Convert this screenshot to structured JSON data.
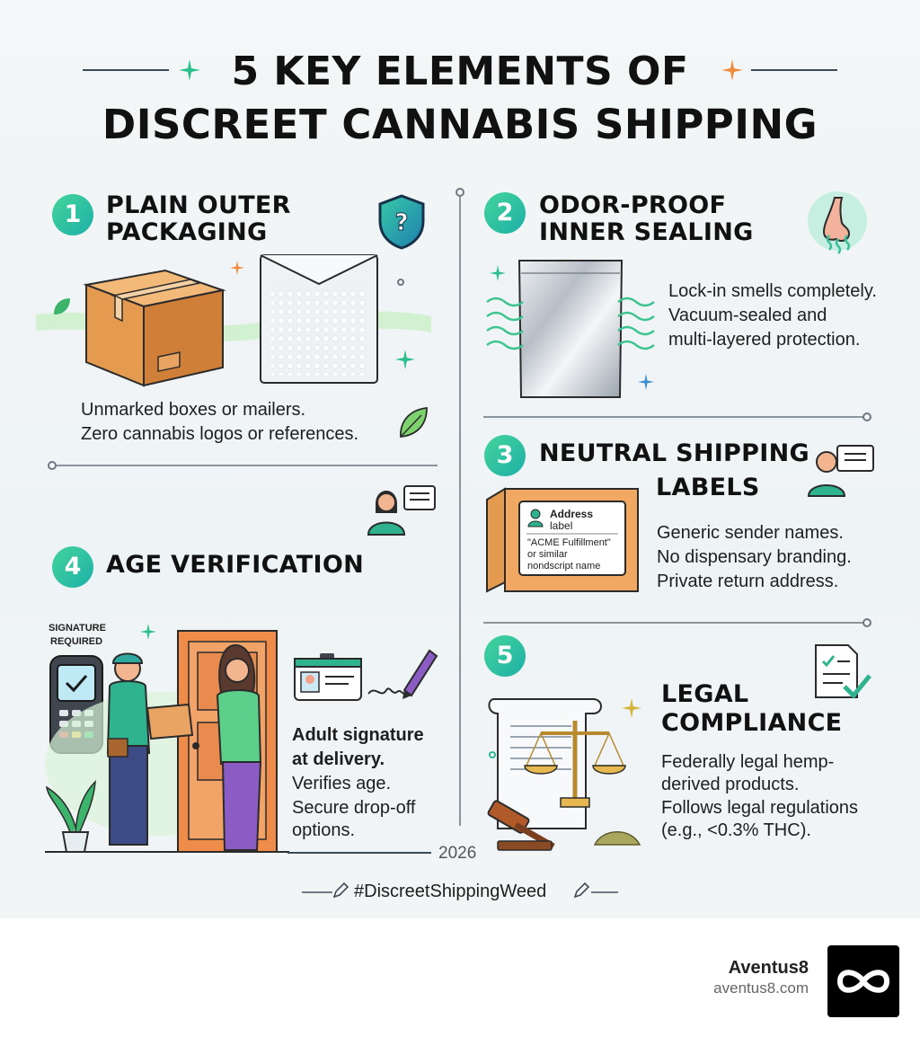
{
  "title": {
    "line1": "5 KEY ELEMENTS OF",
    "line2": "DISCREET CANNABIS SHIPPING"
  },
  "sections": [
    {
      "number": "1",
      "heading_line1": "PLAIN OUTER",
      "heading_line2": "PACKAGING",
      "text_line1": "Unmarked boxes or mailers.",
      "text_line2": "Zero cannabis logos or references."
    },
    {
      "number": "2",
      "heading_line1": "ODOR-PROOF",
      "heading_line2": "INNER SEALING",
      "text_line1": "Lock-in smells completely.",
      "text_line2": "Vacuum-sealed and",
      "text_line3": "multi-layered protection."
    },
    {
      "number": "3",
      "heading_line1": "NEUTRAL SHIPPING",
      "heading_line2": "LABELS",
      "text_line1": "Generic sender names.",
      "text_line2": "No dispensary branding.",
      "text_line3": "Private return address.",
      "label_title_line1": "Address",
      "label_title_line2": "label",
      "label_line1": "\"ACME Fulfillment\"",
      "label_line2": "or similar",
      "label_line3": "nondscript name"
    },
    {
      "number": "4",
      "heading_line1": "AGE VERIFICATION",
      "badge_line1": "SIGNATURE",
      "badge_line2": "REQUIRED",
      "text_bold_line1": "Adult signature",
      "text_bold_line2": "at delivery.",
      "text_line1": "Verifies age.",
      "text_line2": "Secure drop-off",
      "text_line3": "options."
    },
    {
      "number": "5",
      "heading_line1": "LEGAL",
      "heading_line2": "COMPLIANCE",
      "text_line1": "Federally legal hemp-",
      "text_line2": "derived products.",
      "text_line3": "Follows legal regulations",
      "text_line4": "(e.g., <0.3% THC)."
    }
  ],
  "year": "2026",
  "hashtag": "#DiscreetShippingWeed",
  "brand": {
    "name": "Aventus8",
    "url": "aventus8.com"
  },
  "colors": {
    "accent_teal": "#1db0a8",
    "accent_green": "#44d49a",
    "box_orange": "#e49a4f",
    "sparkle_orange": "#f08a3c"
  },
  "icons": [
    "shield-question-icon",
    "nose-icon",
    "id-card-icon",
    "person-label-icon",
    "document-checklist-icon",
    "scales-icon",
    "gavel-icon",
    "leaf-icon",
    "sparkle-icon",
    "pen-icon",
    "infinity-logo"
  ]
}
